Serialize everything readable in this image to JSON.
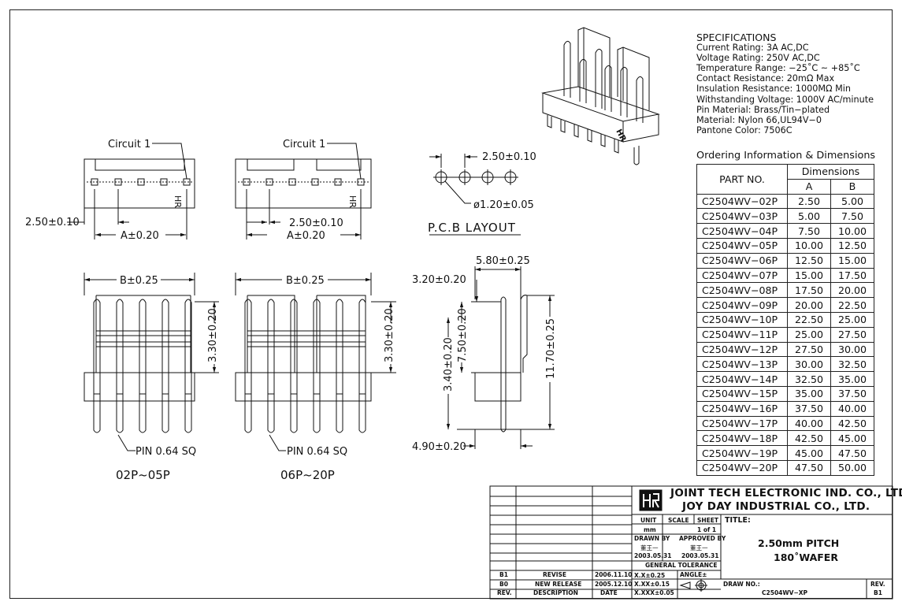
{
  "specifications": {
    "heading": "SPECIFICATIONS",
    "lines": [
      "Current Rating: 3A AC,DC",
      "Voltage Rating: 250V AC,DC",
      "Temperature Range: −25˚C ~ +85˚C",
      "Contact Resistance: 20mΩ Max",
      "Insulation Resistance: 1000MΩ Min",
      "Withstanding Voltage: 1000V AC/minute",
      "Pin Material: Brass/Tin−plated",
      "Material: Nylon 66,UL94V−0",
      "Pantone Color: 7506C"
    ]
  },
  "ordering": {
    "title": "Ordering Information & Dimensions",
    "col_part": "PART NO.",
    "col_dims": "Dimensions",
    "col_a": "A",
    "col_b": "B",
    "rows": [
      [
        "C2504WV−02P",
        "2.50",
        "5.00"
      ],
      [
        "C2504WV−03P",
        "5.00",
        "7.50"
      ],
      [
        "C2504WV−04P",
        "7.50",
        "10.00"
      ],
      [
        "C2504WV−05P",
        "10.00",
        "12.50"
      ],
      [
        "C2504WV−06P",
        "12.50",
        "15.00"
      ],
      [
        "C2504WV−07P",
        "15.00",
        "17.50"
      ],
      [
        "C2504WV−08P",
        "17.50",
        "20.00"
      ],
      [
        "C2504WV−09P",
        "20.00",
        "22.50"
      ],
      [
        "C2504WV−10P",
        "22.50",
        "25.00"
      ],
      [
        "C2504WV−11P",
        "25.00",
        "27.50"
      ],
      [
        "C2504WV−12P",
        "27.50",
        "30.00"
      ],
      [
        "C2504WV−13P",
        "30.00",
        "32.50"
      ],
      [
        "C2504WV−14P",
        "32.50",
        "35.00"
      ],
      [
        "C2504WV−15P",
        "35.00",
        "37.50"
      ],
      [
        "C2504WV−16P",
        "37.50",
        "40.00"
      ],
      [
        "C2504WV−17P",
        "40.00",
        "42.50"
      ],
      [
        "C2504WV−18P",
        "42.50",
        "45.00"
      ],
      [
        "C2504WV−19P",
        "45.00",
        "47.50"
      ],
      [
        "C2504WV−20P",
        "47.50",
        "50.00"
      ]
    ]
  },
  "drawing": {
    "circuit1": "Circuit 1",
    "pitch": "2.50±0.10",
    "dim_a": "A±0.20",
    "dim_b": "B±0.25",
    "height_330": "3.30±0.20",
    "pin": "PIN 0.64 SQ",
    "label_small": "02P~05P",
    "label_large": "06P~20P",
    "hr": "HR",
    "pcb_pitch": "2.50±0.10",
    "pcb_hole": "ø1.20±0.05",
    "pcb_title": "P.C.B LAYOUT",
    "side_580": "5.80±0.25",
    "side_320": "3.20±0.20",
    "side_750": "7.50±0.20",
    "side_340": "3.40±0.20",
    "side_1170": "11.70±0.25",
    "side_490": "4.90±0.20"
  },
  "title_block": {
    "company1": "JOINT TECH ELECTRONIC IND. CO., LTD.",
    "company2": "JOY DAY INDUSTRIAL CO., LTD.",
    "unit_label": "UNIT",
    "unit_value": "mm",
    "scale_label": "SCALE",
    "sheet_label": "SHEET",
    "sheet_value": "1 of 1",
    "drawn_label": "DRAWN BY",
    "drawn_name": "董王一",
    "drawn_date": "2003.05.31",
    "approved_label": "APPROVED BY",
    "approved_name": "董王一",
    "approved_date": "2003.05.31",
    "tolerance_label": "GENERAL TOLERANCE",
    "tol1": "X.X±0.25",
    "tol2": "X.XX±0.15",
    "tol3": "X.XXX±0.05",
    "angle_label": "ANGLE±",
    "title_label": "TITLE:",
    "title_line1": "2.50mm PITCH",
    "title_line2": "180˚WAFER",
    "draw_no_label": "DRAW NO.:",
    "draw_no_value": "C2504WV−XP",
    "rev_label": "REV.",
    "rev_value": "B1",
    "revisions": [
      {
        "rev": "B1",
        "desc": "REVISE",
        "date": "2006.11.10"
      },
      {
        "rev": "B0",
        "desc": "NEW RELEASE",
        "date": "2005.12.10"
      }
    ],
    "rev_header": "REV.",
    "desc_header": "DESCRIPTION",
    "date_header": "DATE"
  }
}
